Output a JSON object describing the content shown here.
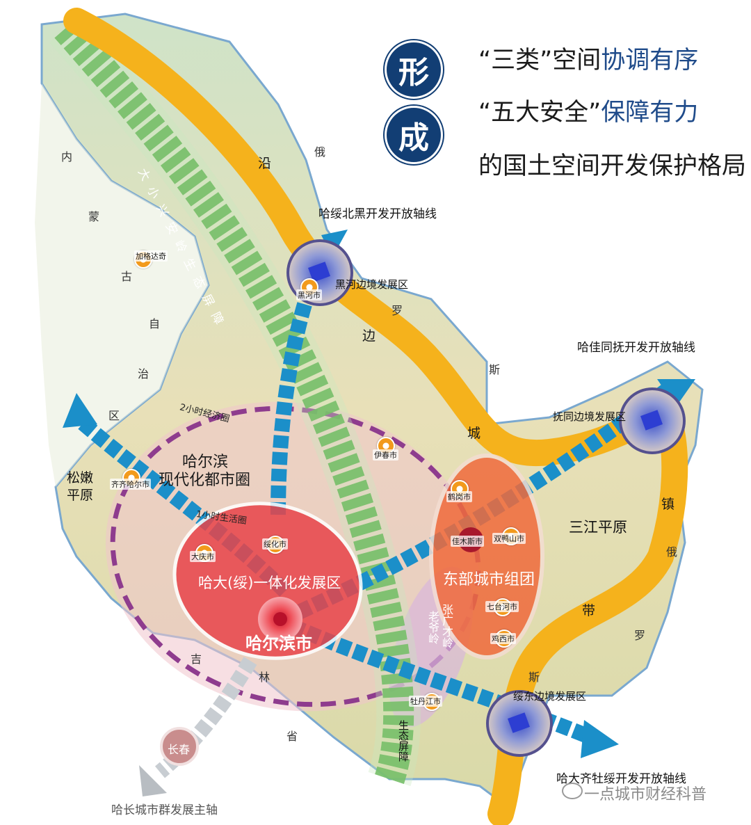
{
  "headline": {
    "badge_1": "形",
    "badge_2": "成",
    "line1_a": "“三类”空间",
    "line1_b": "协调有序",
    "line2_a": "“五大安全”",
    "line2_b": "保障有力",
    "line3": "的国土空间开发保护格局"
  },
  "axes": {
    "north": "哈绥北黑开发开放轴线",
    "east": "哈佳同抚开发开放轴线",
    "southeast": "哈大齐牡绥开发开放轴线",
    "southwest": "哈长城市群发展主轴"
  },
  "zones": {
    "heihe": "黑河边境发展区",
    "futong": "抚同边境发展区",
    "suidong": "绥东边境发展区",
    "metro_line1": "哈尔滨",
    "metro_line2": "现代化都市圈",
    "circle_2h": "2小时经济圈",
    "circle_1h": "1小时生活圈",
    "hada": "哈大(绥)一体化发展区",
    "harbin": "哈尔滨市",
    "east_cluster": "东部城市组团",
    "songnen_1": "松嫩",
    "songnen_2": "平原",
    "sanjiang": "三江平原"
  },
  "vertical": {
    "xing_an": "大小兴安岭生态屏障",
    "border": [
      "沿",
      "边",
      "城",
      "镇",
      "带"
    ],
    "zhang_1": "张广才岭",
    "zhang_2": "老爷岭",
    "barrier_2": "生态屏障"
  },
  "neighbors": {
    "neimenggu": [
      "内",
      "蒙",
      "古",
      "自",
      "治",
      "区"
    ],
    "jilin": [
      "吉",
      "林",
      "省"
    ],
    "russia": [
      "俄",
      "罗",
      "斯"
    ],
    "russia2": [
      "俄",
      "罗",
      "斯"
    ]
  },
  "cities": {
    "jiagedaqi": "加格达奇",
    "heihe": "黑河市",
    "yichun": "伊春市",
    "qiqihar": "齐齐哈尔市",
    "suihua": "绥化市",
    "daqing": "大庆市",
    "hegang": "鹤岗市",
    "jiamusi": "佳木斯市",
    "shuangyashan": "双鸭山市",
    "qitaihe": "七台河市",
    "jixi": "鸡西市",
    "mudanjiang": "牡丹江市",
    "changchun": "长春"
  },
  "watermark": "一点城市财经科普",
  "colors": {
    "navy": "#123e74",
    "blue_text": "#1f4b8a",
    "axis_blue": "#1b8fc9",
    "green_barrier": "#4aa83b",
    "border_orange": "#f5b21c",
    "metro_pink": "#f0c4cc",
    "circle_purple": "#8e3c8e",
    "core_red": "#e8444a"
  }
}
